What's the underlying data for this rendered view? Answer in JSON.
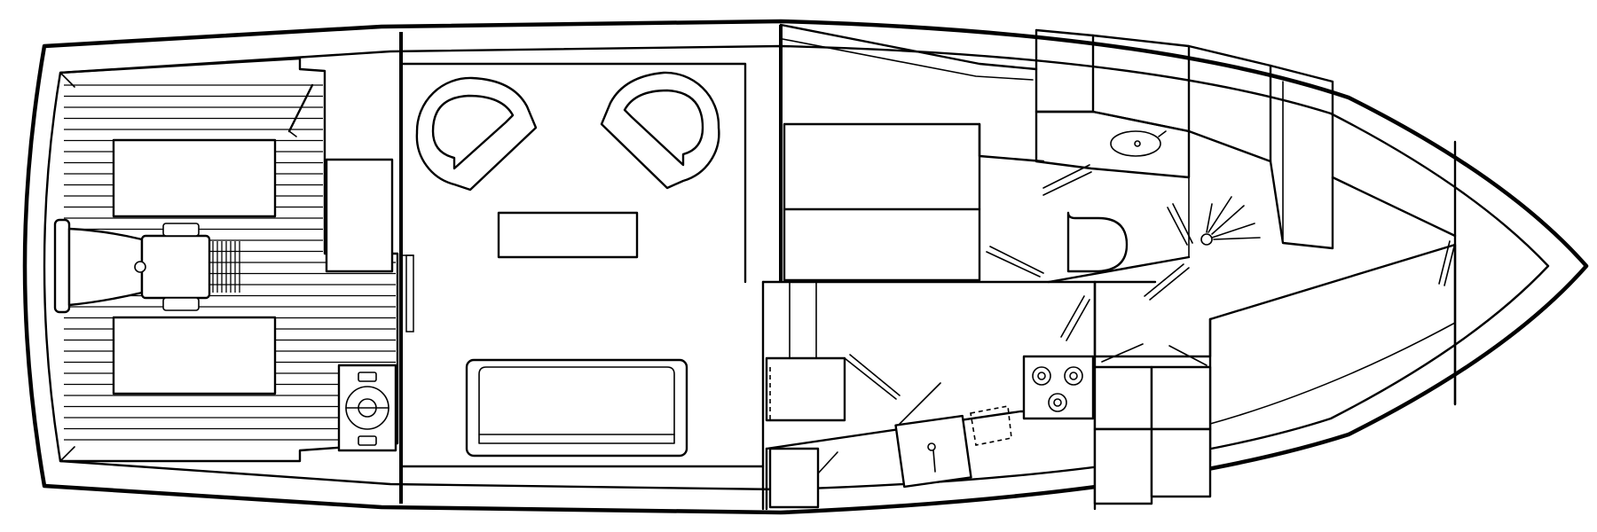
{
  "plan": {
    "label": "",
    "zones": [
      "cockpit",
      "salon",
      "forward-cabin",
      "head",
      "galley",
      "v-berth"
    ],
    "colors": {
      "line": "#000000",
      "background": "#ffffff"
    }
  }
}
